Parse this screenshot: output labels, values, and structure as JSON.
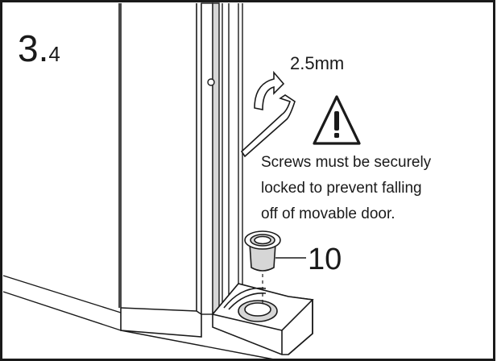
{
  "step": {
    "major": "3.",
    "minor": "4"
  },
  "tool": {
    "size_label": "2.5mm",
    "icon": "hex-key-icon"
  },
  "warning": {
    "icon": "warning-triangle-icon",
    "lines": [
      "Screws must be securely",
      "locked to prevent falling",
      "off of movable door."
    ]
  },
  "part": {
    "number": "10"
  },
  "colors": {
    "line": "#1a1a1a",
    "glass_gray": "#d6d6d6",
    "background": "#ffffff"
  }
}
